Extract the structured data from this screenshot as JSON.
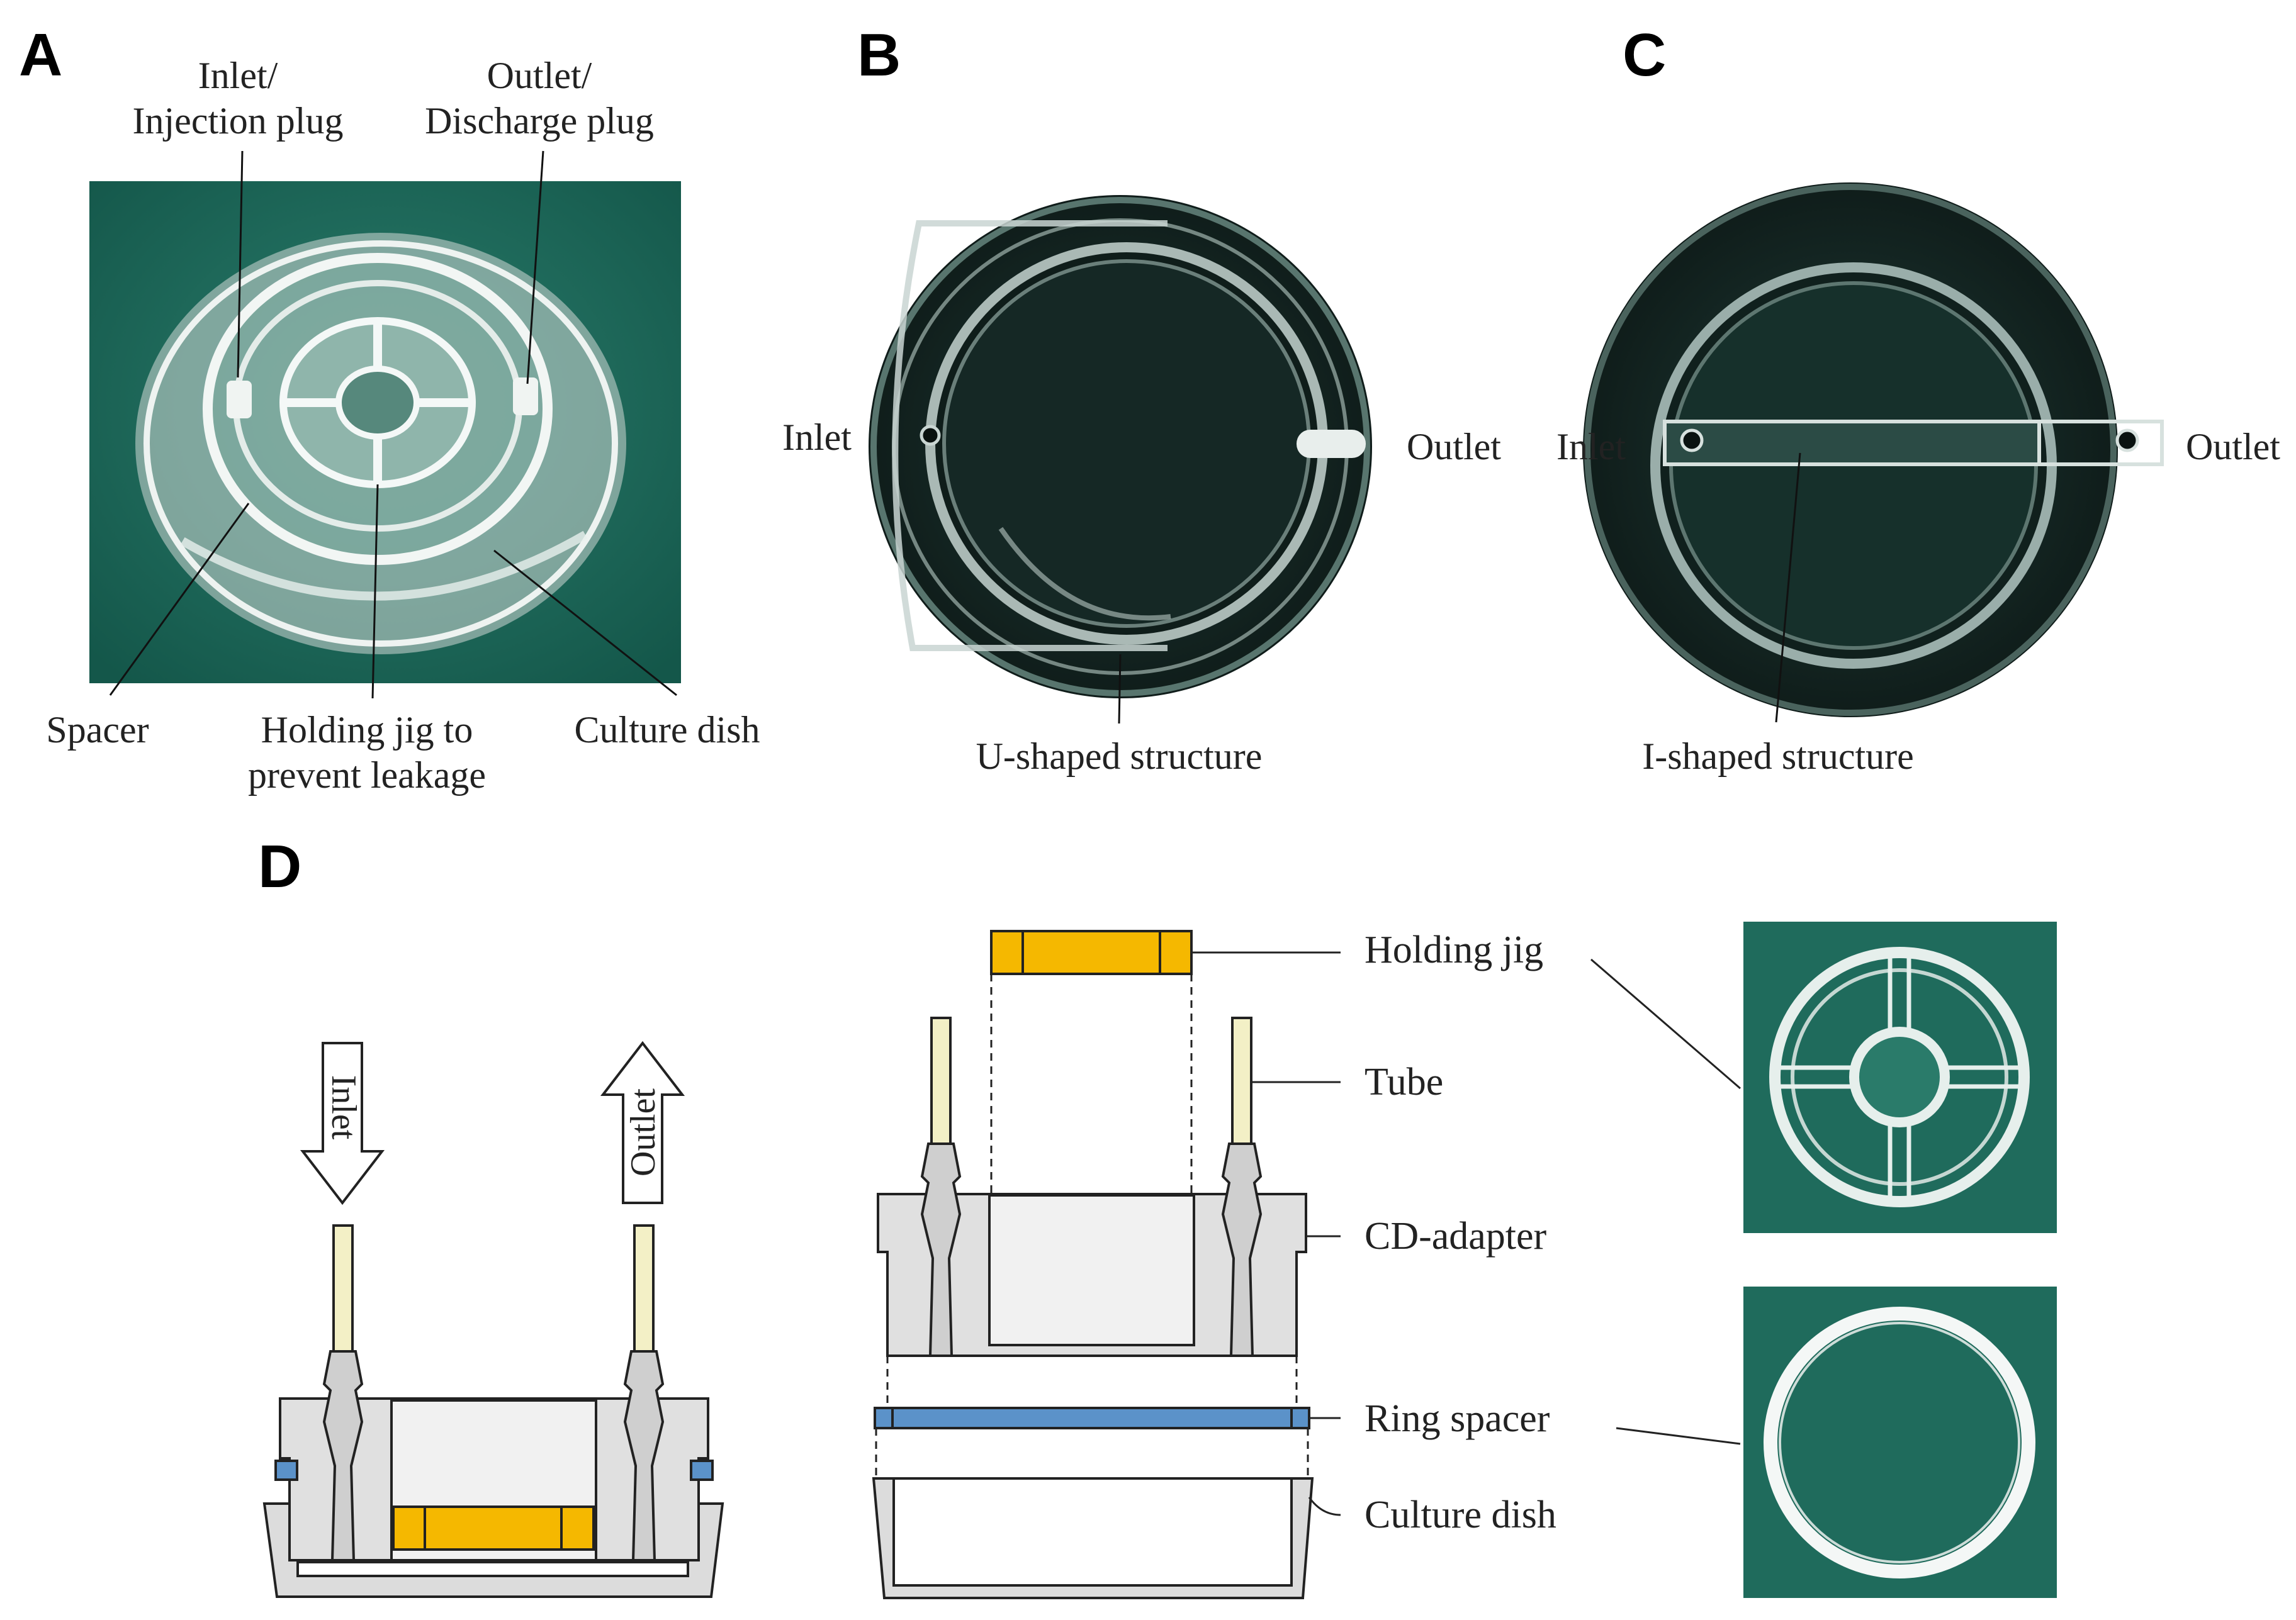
{
  "panels": {
    "a": "A",
    "b": "B",
    "c": "C",
    "d": "D"
  },
  "panel_a": {
    "inlet_line1": "Inlet/",
    "inlet_line2": "Injection plug",
    "outlet_line1": "Outlet/",
    "outlet_line2": "Discharge plug",
    "spacer": "Spacer",
    "jig_line1": "Holding jig to",
    "jig_line2": "prevent leakage",
    "dish": "Culture dish"
  },
  "panel_b": {
    "inlet": "Inlet",
    "outlet": "Outlet",
    "structure": "U-shaped structure"
  },
  "panel_c": {
    "inlet": "Inlet",
    "outlet": "Outlet",
    "structure": "I-shaped structure"
  },
  "panel_d": {
    "arrow_inlet": "Inlet",
    "arrow_outlet": "Outlet",
    "holding_jig": "Holding jig",
    "tube": "Tube",
    "cd_adapter": "CD-adapter",
    "ring_spacer": "Ring spacer",
    "culture_dish": "Culture dish"
  },
  "colors": {
    "photo_bg": "#1f6b5c",
    "jig_orange": "#f5b800",
    "spacer_blue": "#5b92c9",
    "adapter_gray": "#d9d9d9",
    "tube_cream": "#f3f0c6"
  }
}
